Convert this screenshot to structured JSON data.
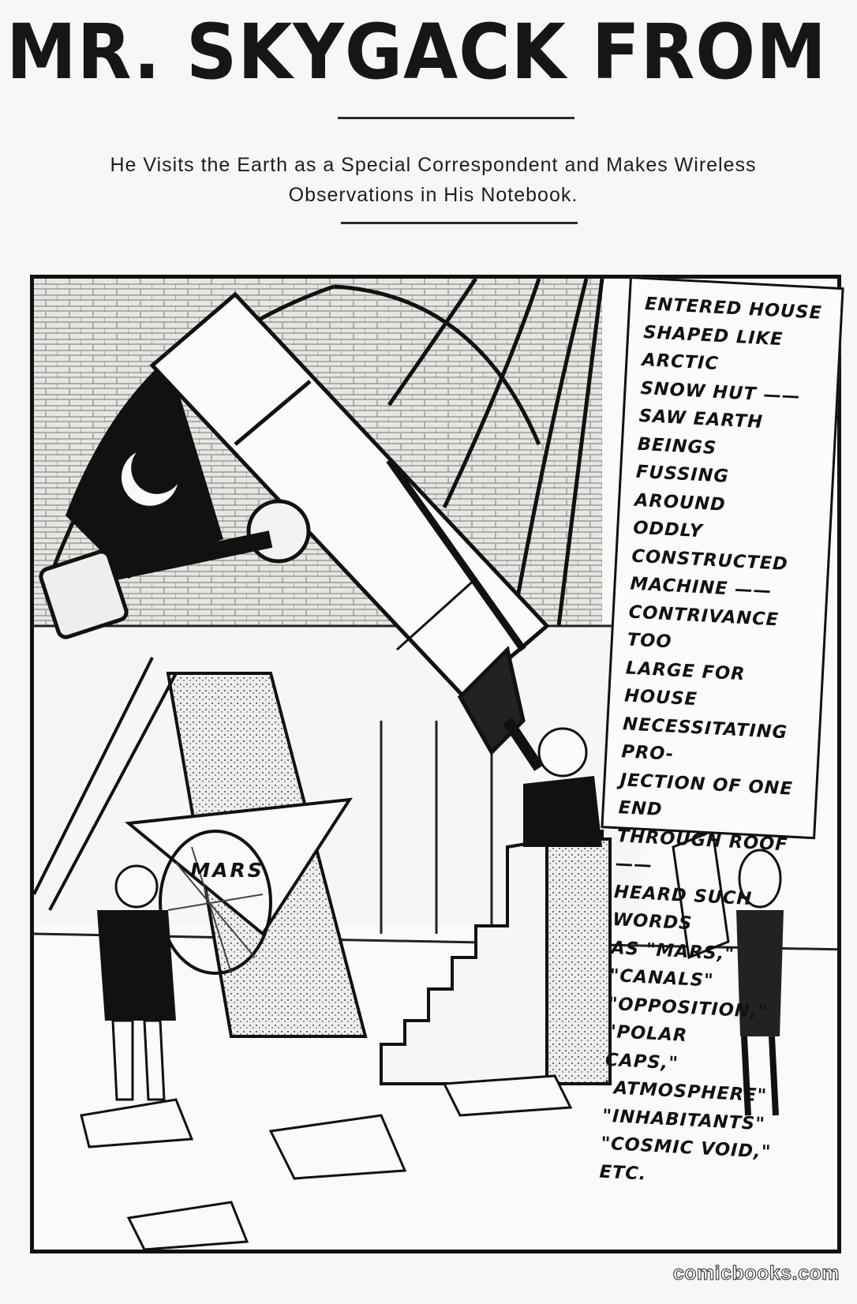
{
  "header": {
    "title": "MR. SKYGACK FROM MARS",
    "subtitle": "He Visits the Earth as a Special Correspondent and Makes Wireless\nObservations in His Notebook."
  },
  "caption": {
    "text": "ENTERED HOUSE\nSHAPED LIKE ARCTIC\nSNOW HUT ——\nSAW EARTH BEINGS\nFUSSING AROUND\nODDLY CONSTRUCTED\nMACHINE ——\nCONTRIVANCE TOO\nLARGE FOR HOUSE\nNECESSITATING PRO-\nJECTION OF ONE END\nTHROUGH ROOF ——\nHEARD SUCH WORDS\nAS \"MARS,\" \"CANALS\"\n\"OPPOSITION,\" \"POLAR\nCAPS,\" \"ATMOSPHERE\"\n\"INHABITANTS\"\n\"COSMIC VOID,\" ETC."
  },
  "illustration": {
    "chart_label": "MARS"
  },
  "watermark": "comicbooks.com",
  "colors": {
    "ink": "#111111",
    "paper": "#f7f7f5"
  }
}
